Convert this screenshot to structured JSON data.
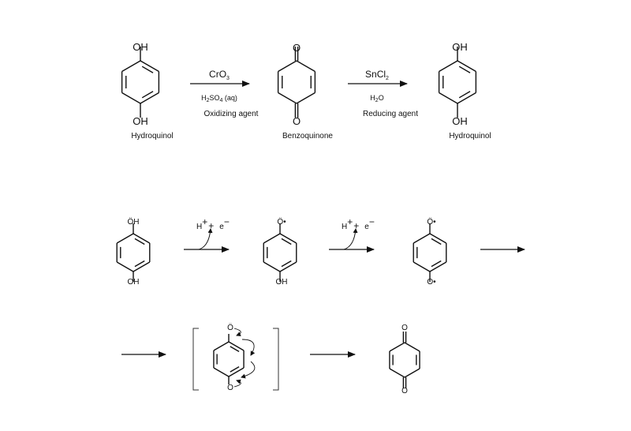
{
  "row1": {
    "hydroquinol_left": {
      "top": "OH",
      "bottom": "OH",
      "name": "Hydroquinol"
    },
    "arrow1": {
      "reagent": "CrO",
      "reagent_sub": "3",
      "cond_a": "H",
      "cond_sub1": "2",
      "cond_b": "SO",
      "cond_sub2": "4",
      "cond_c": " (aq)",
      "role": "Oxidizing agent"
    },
    "benzoquinone": {
      "top": "O",
      "bottom": "O",
      "name": "Benzoquinone"
    },
    "arrow2": {
      "reagent": "SnCl",
      "reagent_sub": "2",
      "cond_a": "H",
      "cond_sub1": "2",
      "cond_b": "O",
      "role": "Reducing agent"
    },
    "hydroquinol_right": {
      "top": "OH",
      "bottom": "OH",
      "name": "Hydroquinol"
    }
  },
  "row2": {
    "m1": {
      "top": "ÖH",
      "bottom": "OH"
    },
    "loss1": {
      "h": "H",
      "plus_sup": "+",
      "plus": "+",
      "e": "e",
      "minus_sup": "−"
    },
    "m2": {
      "top": "Ö•",
      "bottom": "OH"
    },
    "loss2": {
      "h": "H",
      "plus_sup": "+",
      "plus": "+",
      "e": "e",
      "minus_sup": "−"
    },
    "m3": {
      "top": "Ö•",
      "bottom": "O•"
    }
  },
  "row3": {
    "intermediate": {
      "top": "Ö",
      "bottom": "O"
    },
    "product": {
      "top": "O",
      "bottom": "O"
    }
  }
}
